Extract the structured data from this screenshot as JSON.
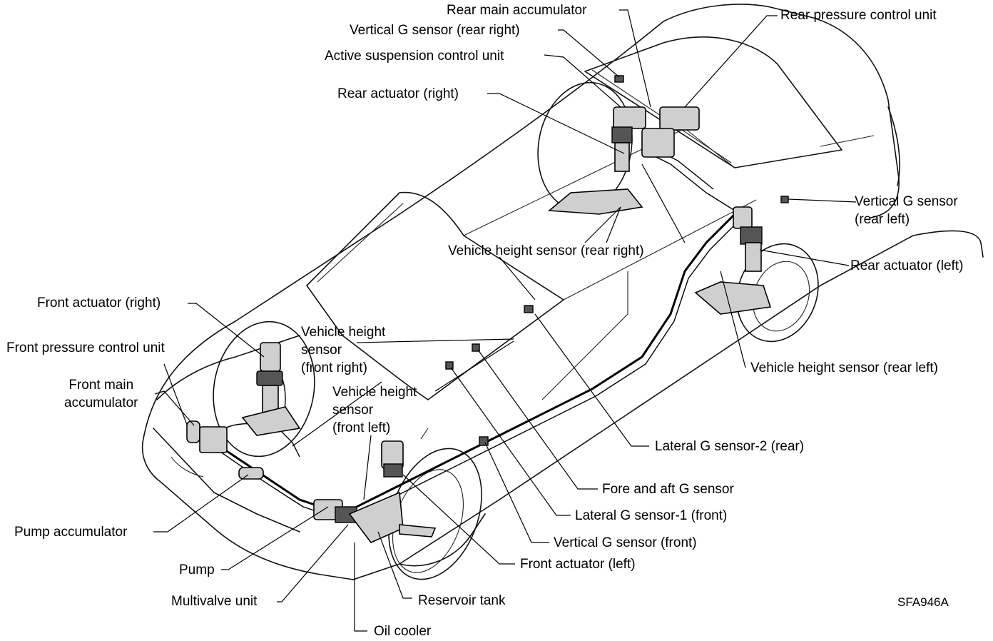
{
  "labels": {
    "rear_main_accumulator": "Rear main accumulator",
    "rear_pressure_control_unit": "Rear pressure control unit",
    "vertical_g_sensor_rear_right": "Vertical G sensor (rear right)",
    "active_suspension_control_unit": "Active suspension control unit",
    "rear_actuator_right": "Rear actuator (right)",
    "vertical_g_sensor_rear_left_1": "Vertical G sensor",
    "vertical_g_sensor_rear_left_2": "(rear left)",
    "rear_actuator_left": "Rear actuator (left)",
    "vehicle_height_sensor_rear_right": "Vehicle height sensor (rear right)",
    "front_actuator_right": "Front actuator (right)",
    "front_pressure_control_unit": "Front pressure control unit",
    "front_main_accumulator_1": "Front main",
    "front_main_accumulator_2": "accumulator",
    "vehicle_height_sensor_front_right_1": "Vehicle height",
    "vehicle_height_sensor_front_right_2": "sensor",
    "vehicle_height_sensor_front_right_3": "(front right)",
    "vehicle_height_sensor_front_left_1": "Vehicle height",
    "vehicle_height_sensor_front_left_2": "sensor",
    "vehicle_height_sensor_front_left_3": "(front left)",
    "vehicle_height_sensor_rear_left": "Vehicle height sensor (rear left)",
    "lateral_g_sensor_2_rear": "Lateral G sensor-2 (rear)",
    "fore_and_aft_g_sensor": "Fore and aft G sensor",
    "lateral_g_sensor_1_front": "Lateral G sensor-1 (front)",
    "vertical_g_sensor_front": "Vertical G sensor (front)",
    "front_actuator_left": "Front actuator (left)",
    "pump_accumulator": "Pump accumulator",
    "pump": "Pump",
    "multivalve_unit": "Multivalve unit",
    "reservoir_tank": "Reservoir tank",
    "oil_cooler": "Oil cooler",
    "figure_code": "SFA946A"
  }
}
